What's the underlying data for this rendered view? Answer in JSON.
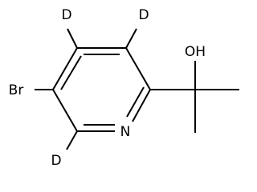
{
  "molecule": {
    "atoms": {
      "d_top_left": "D",
      "d_top_right": "D",
      "bromine": "Br",
      "hydroxyl": "OH",
      "nitrogen": "N",
      "d_bottom": "D"
    }
  }
}
